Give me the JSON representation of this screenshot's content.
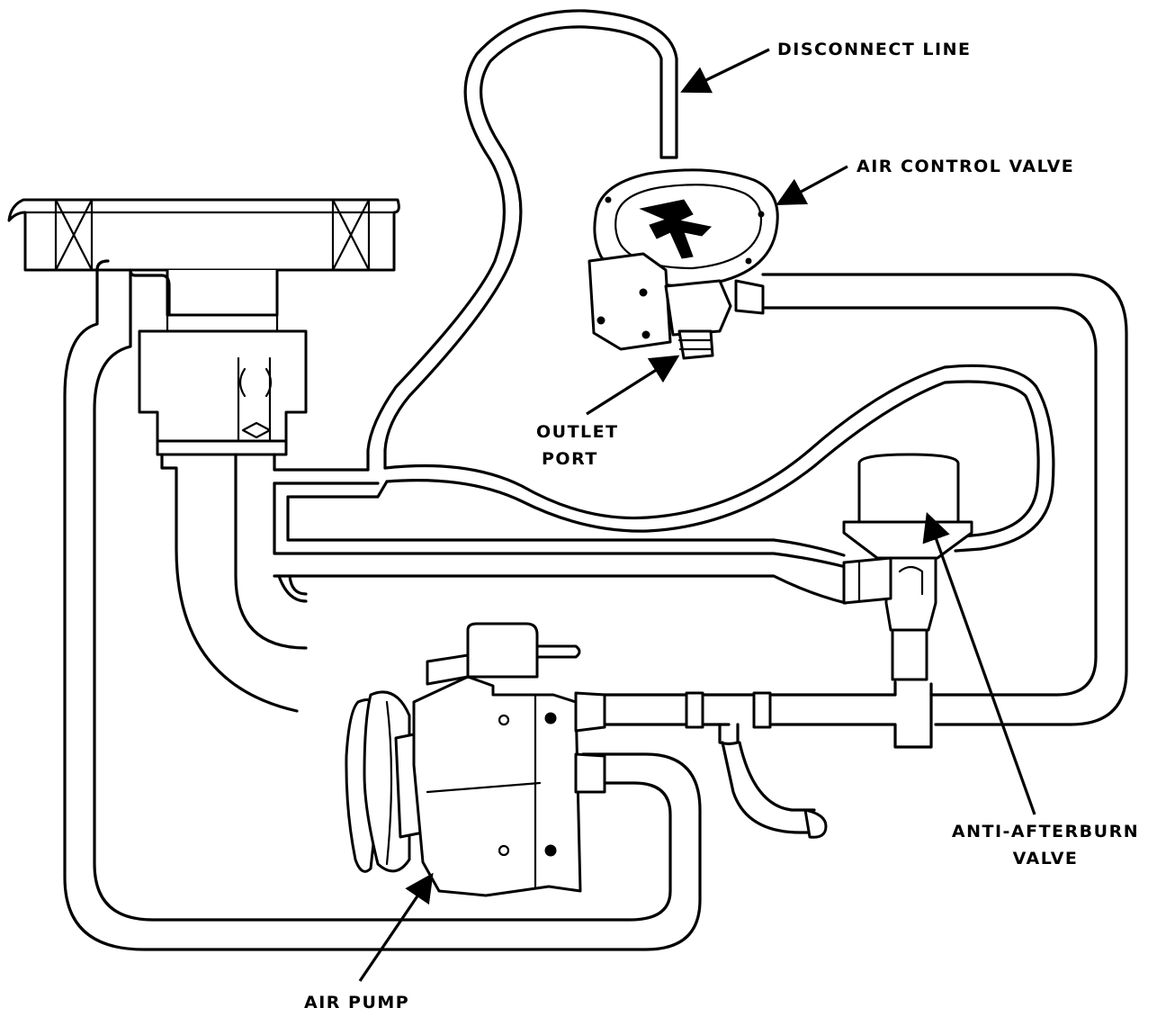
{
  "labels": {
    "disconnect_line": "DISCONNECT LINE",
    "air_control_valve": "AIR CONTROL VALVE",
    "outlet_port_line1": "OUTLET",
    "outlet_port_line2": "PORT",
    "anti_afterburn_line1": "ANTI-AFTERBURN",
    "anti_afterburn_line2": "VALVE",
    "air_pump": "AIR PUMP"
  },
  "colors": {
    "ink": "#000000",
    "paper": "#ffffff"
  }
}
